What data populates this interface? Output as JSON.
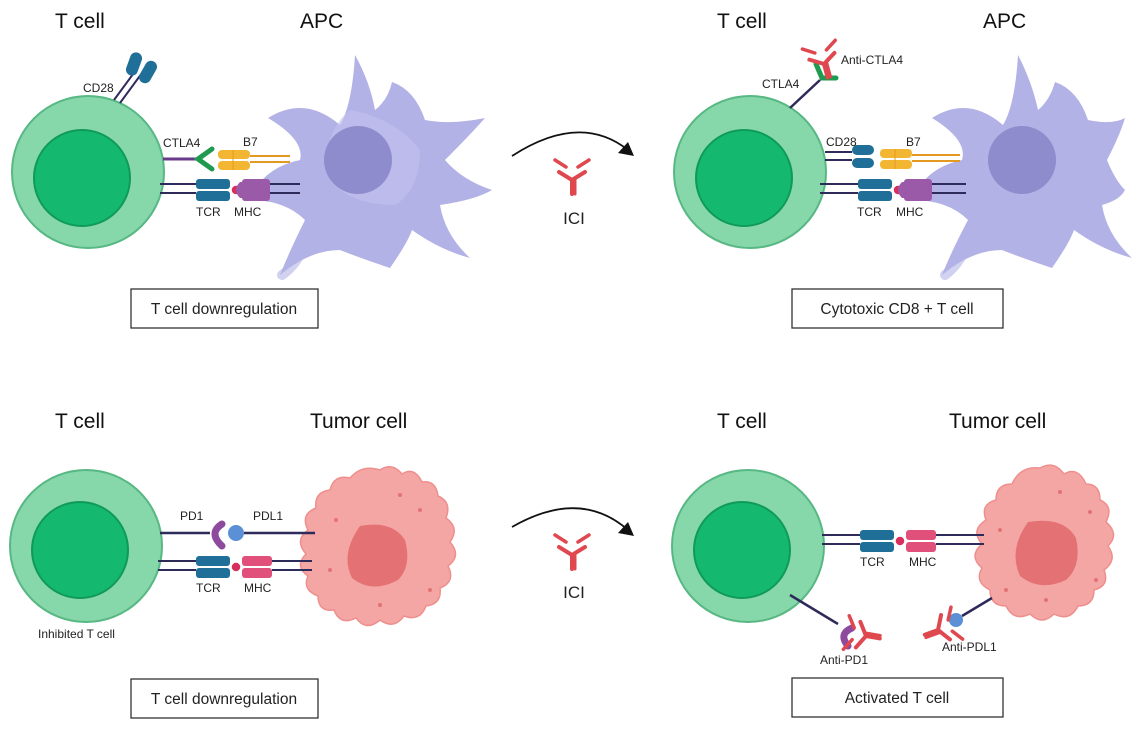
{
  "panels": {
    "top_left": {
      "title_left": "T cell",
      "title_right": "APC",
      "labels": {
        "cd28": "CD28",
        "ctla4": "CTLA4",
        "b7": "B7",
        "tcr": "TCR",
        "mhc": "MHC"
      },
      "caption": "T cell downregulation"
    },
    "top_right": {
      "title_left": "T cell",
      "title_right": "APC",
      "labels": {
        "ctla4": "CTLA4",
        "anti_ctla4": "Anti-CTLA4",
        "cd28": "CD28",
        "b7": "B7",
        "tcr": "TCR",
        "mhc": "MHC"
      },
      "caption": "Cytotoxic CD8 + T  cell"
    },
    "bottom_left": {
      "title_left": "T cell",
      "title_right": "Tumor cell",
      "labels": {
        "pd1": "PD1",
        "pdl1": "PDL1",
        "tcr": "TCR",
        "mhc": "MHC",
        "inhibited": "Inhibited T cell"
      },
      "caption": "T cell downregulation"
    },
    "bottom_right": {
      "title_left": "T cell",
      "title_right": "Tumor cell",
      "labels": {
        "tcr": "TCR",
        "mhc": "MHC",
        "anti_pd1": "Anti-PD1",
        "anti_pdl1": "Anti-PDL1"
      },
      "caption": "Activated T cell"
    }
  },
  "transitions": {
    "top": {
      "label": "ICI"
    },
    "bottom": {
      "label": "ICI"
    }
  },
  "colors": {
    "t_cell_outer": "#86d7a9",
    "t_cell_inner": "#14b86f",
    "apc_body": "#b3b2e6",
    "apc_nucleus": "#8e8ccc",
    "tumor_body": "#f4a6a4",
    "tumor_nucleus": "#e47275",
    "tcr": "#1f6f99",
    "mhc": "#9b5aa8",
    "b7": "#f2b632",
    "ctla4": "#1f9a4e",
    "antibody": "#e0484f",
    "pd1": "#8e4b9e",
    "pdl1": "#5b8fd6",
    "stalk": "#2e2a5a"
  }
}
